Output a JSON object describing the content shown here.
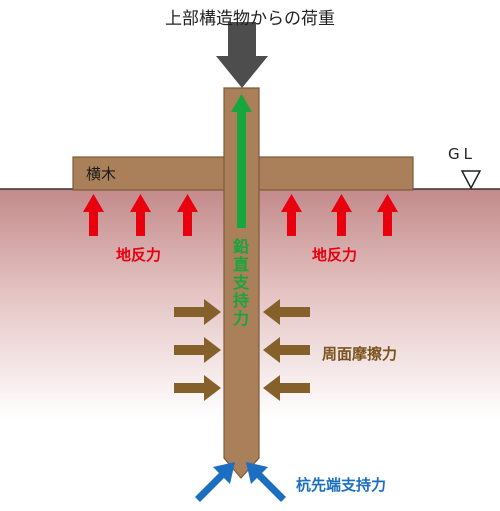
{
  "labels": {
    "load_title": "上部構造物からの荷重",
    "beam": "横木",
    "ground_level": "GL",
    "reaction_left": "地反力",
    "reaction_right": "地反力",
    "vertical_support": "鉛直支持力",
    "skin_friction": "周面摩擦力",
    "tip_resistance": "杭先端支持力"
  },
  "colors": {
    "load_arrow": "#4d4d4d",
    "beam_pile": "#a9805a",
    "reaction_arrow": "#e8000e",
    "vertical_arrow": "#17a53e",
    "friction_arrow": "#86602a",
    "tip_arrow": "#1c6fc0",
    "soil_top": "#c88f8f",
    "soil_bottom": "#ffffff"
  }
}
